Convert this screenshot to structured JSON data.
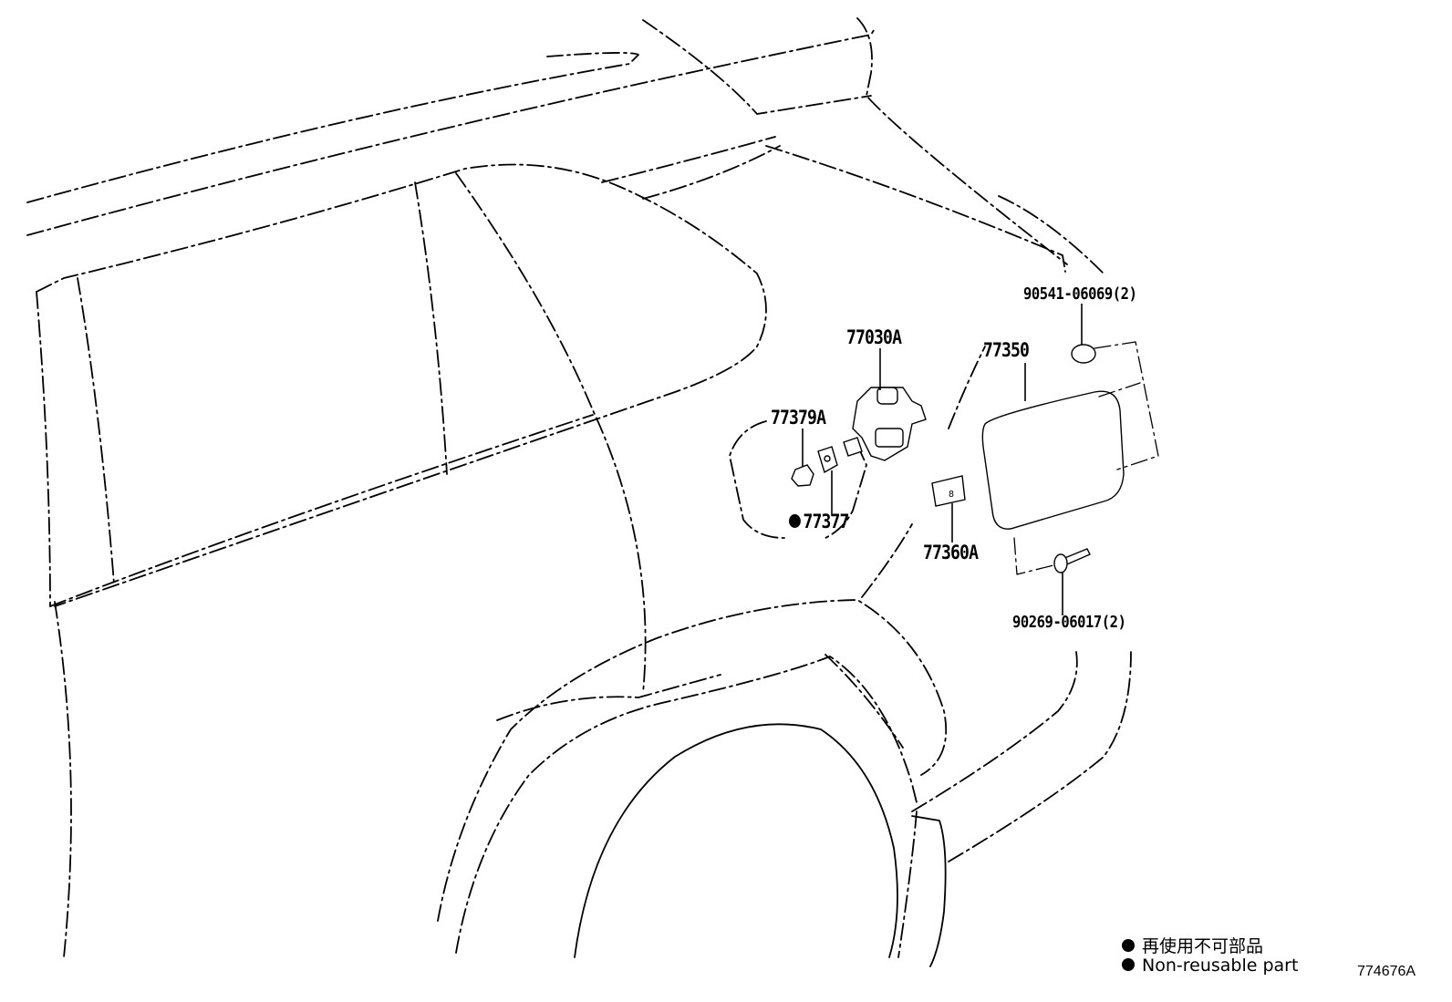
{
  "callouts": {
    "p77030A": "77030A",
    "p77350": "77350",
    "p90541": "90541-06069(2)",
    "p77379A": "77379A",
    "p77377": "77377",
    "p77360A": "77360A",
    "p90269": "90269-06017(2)"
  },
  "legend": {
    "japanese": "再使用不可部品",
    "english": "Non-reusable part"
  },
  "illustration_number": "774676A",
  "colors": {
    "ink": "#000000",
    "paper": "#ffffff"
  }
}
